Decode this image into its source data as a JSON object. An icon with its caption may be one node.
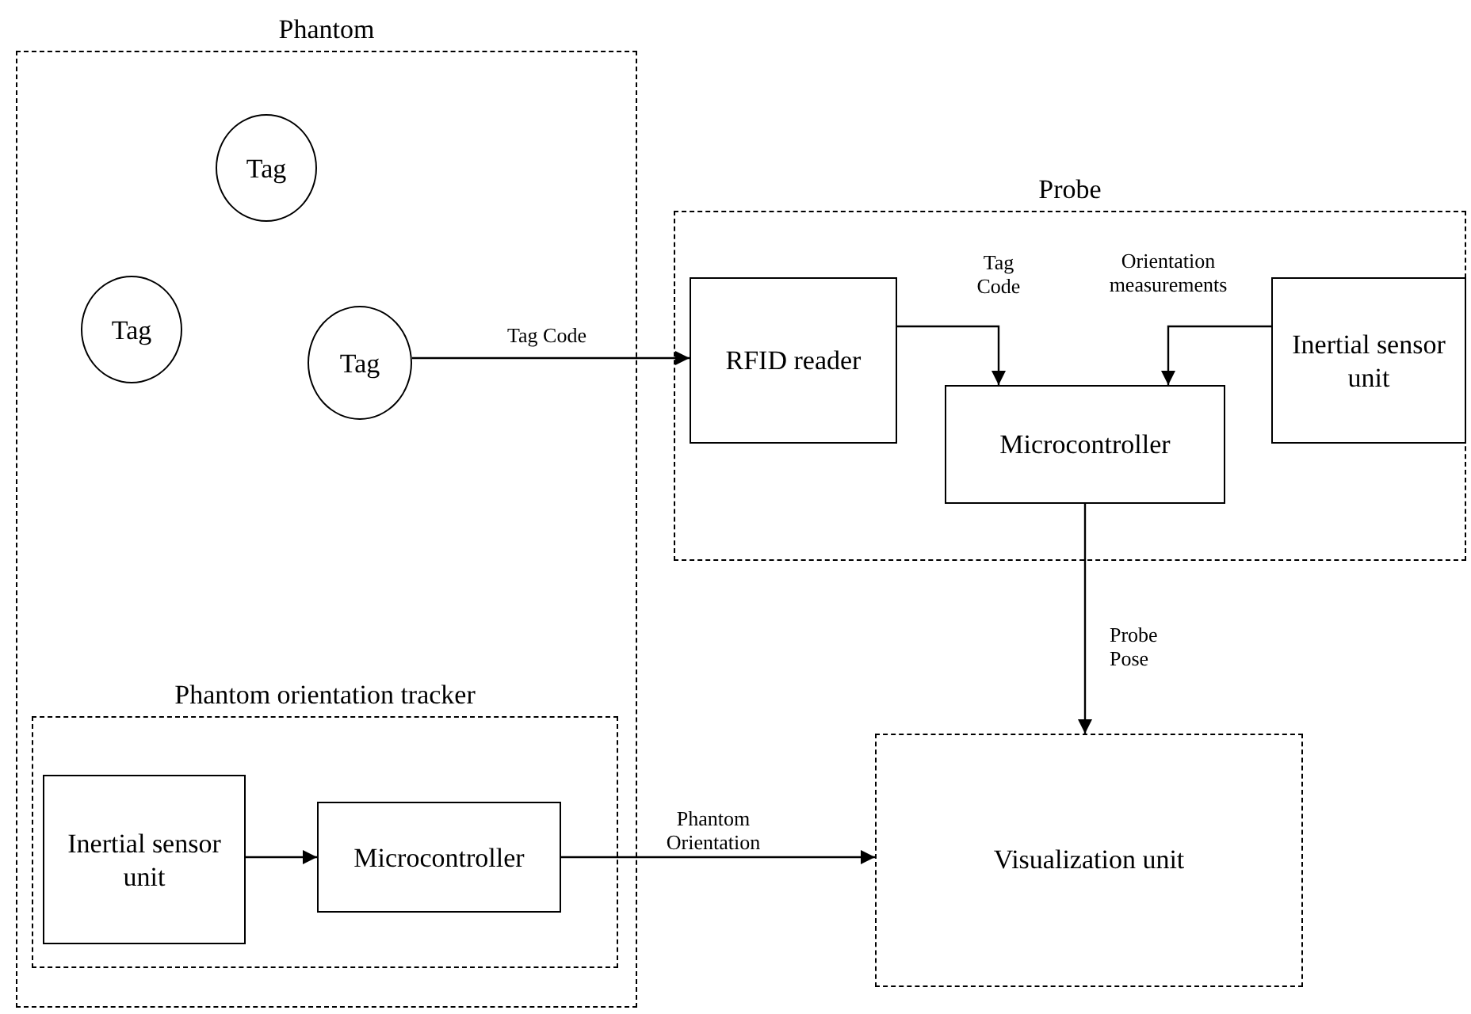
{
  "diagram": {
    "nodes": [
      {
        "text": [
          "Phantom"
        ]
      },
      {
        "text": [
          "Tag"
        ],
        "in": 0
      },
      {
        "text": [
          "Tag"
        ],
        "in": 0
      },
      {
        "text": [
          "Tag"
        ],
        "in": 0
      },
      {
        "text": [
          "Phantom orientation tracker"
        ],
        "in": 0
      },
      {
        "text": [
          "Inertial sensor unit"
        ],
        "in": 4
      },
      {
        "text": [
          "Microcontroller"
        ],
        "in": 4
      },
      {
        "text": [
          "Probe"
        ]
      },
      {
        "text": [
          "RFID reader"
        ],
        "in": 7
      },
      {
        "text": [
          "Microcontroller"
        ],
        "in": 7
      },
      {
        "text": [
          "Inertial sensor unit"
        ],
        "in": 7
      },
      {
        "text": [
          "Visualization unit"
        ]
      }
    ],
    "edges": [
      {
        "from": 3,
        "to": 8,
        "arrow": "to",
        "label": "Tag Code"
      },
      {
        "from": 8,
        "to": 9,
        "arrow": "to",
        "label": "Tag Code"
      },
      {
        "from": 10,
        "to": 9,
        "arrow": "to",
        "label": "Orientation measurements"
      },
      {
        "from": 9,
        "to": 11,
        "arrow": "to",
        "label": "Probe Pose"
      },
      {
        "from": 5,
        "to": 6,
        "arrow": "to"
      },
      {
        "from": 6,
        "to": 11,
        "arrow": "to",
        "label": "Phantom Orientation"
      }
    ]
  }
}
